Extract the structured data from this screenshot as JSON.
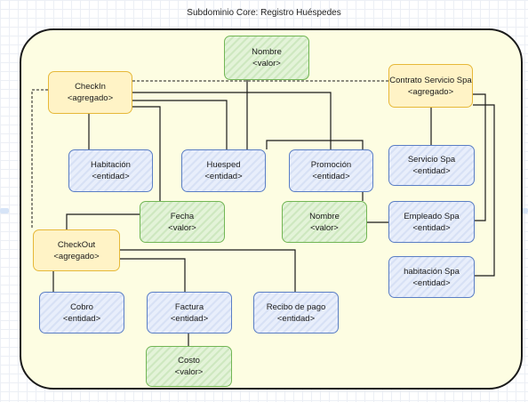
{
  "title": "Subdominio Core: Registro Huéspedes",
  "nodes": {
    "nombre_top": {
      "name": "Nombre",
      "kind": "<valor>"
    },
    "checkin": {
      "name": "CheckIn",
      "kind": "<agregado>"
    },
    "contrato": {
      "name": "Contrato Servicio Spa",
      "kind": "<agregado>"
    },
    "habitacion": {
      "name": "Habitación",
      "kind": "<entidad>"
    },
    "huesped": {
      "name": "Huesped",
      "kind": "<entidad>"
    },
    "promocion": {
      "name": "Promoción",
      "kind": "<entidad>"
    },
    "servicio_spa": {
      "name": "Servicio Spa",
      "kind": "<entidad>"
    },
    "fecha": {
      "name": "Fecha",
      "kind": "<valor>"
    },
    "nombre_mid": {
      "name": "Nombre",
      "kind": "<valor>"
    },
    "empleado_spa": {
      "name": "Empleado Spa",
      "kind": "<entidad>"
    },
    "checkout": {
      "name": "CheckOut",
      "kind": "<agregado>"
    },
    "habitacion_spa": {
      "name": "habitación Spa",
      "kind": "<entidad>"
    },
    "cobro": {
      "name": "Cobro",
      "kind": "<entidad>"
    },
    "factura": {
      "name": "Factura",
      "kind": "<entidad>"
    },
    "recibo": {
      "name": "Recibo de pago",
      "kind": "<entidad>"
    },
    "costo": {
      "name": "Costo",
      "kind": "<valor>"
    }
  },
  "colors": {
    "aggregate_fill": "#fff3c6",
    "aggregate_border": "#e6b838",
    "entity_fill": "#e8eefb",
    "entity_border": "#5a7ec5",
    "value_fill": "#e3f3d8",
    "value_border": "#72b655",
    "boundary_fill": "#fdfde2"
  }
}
